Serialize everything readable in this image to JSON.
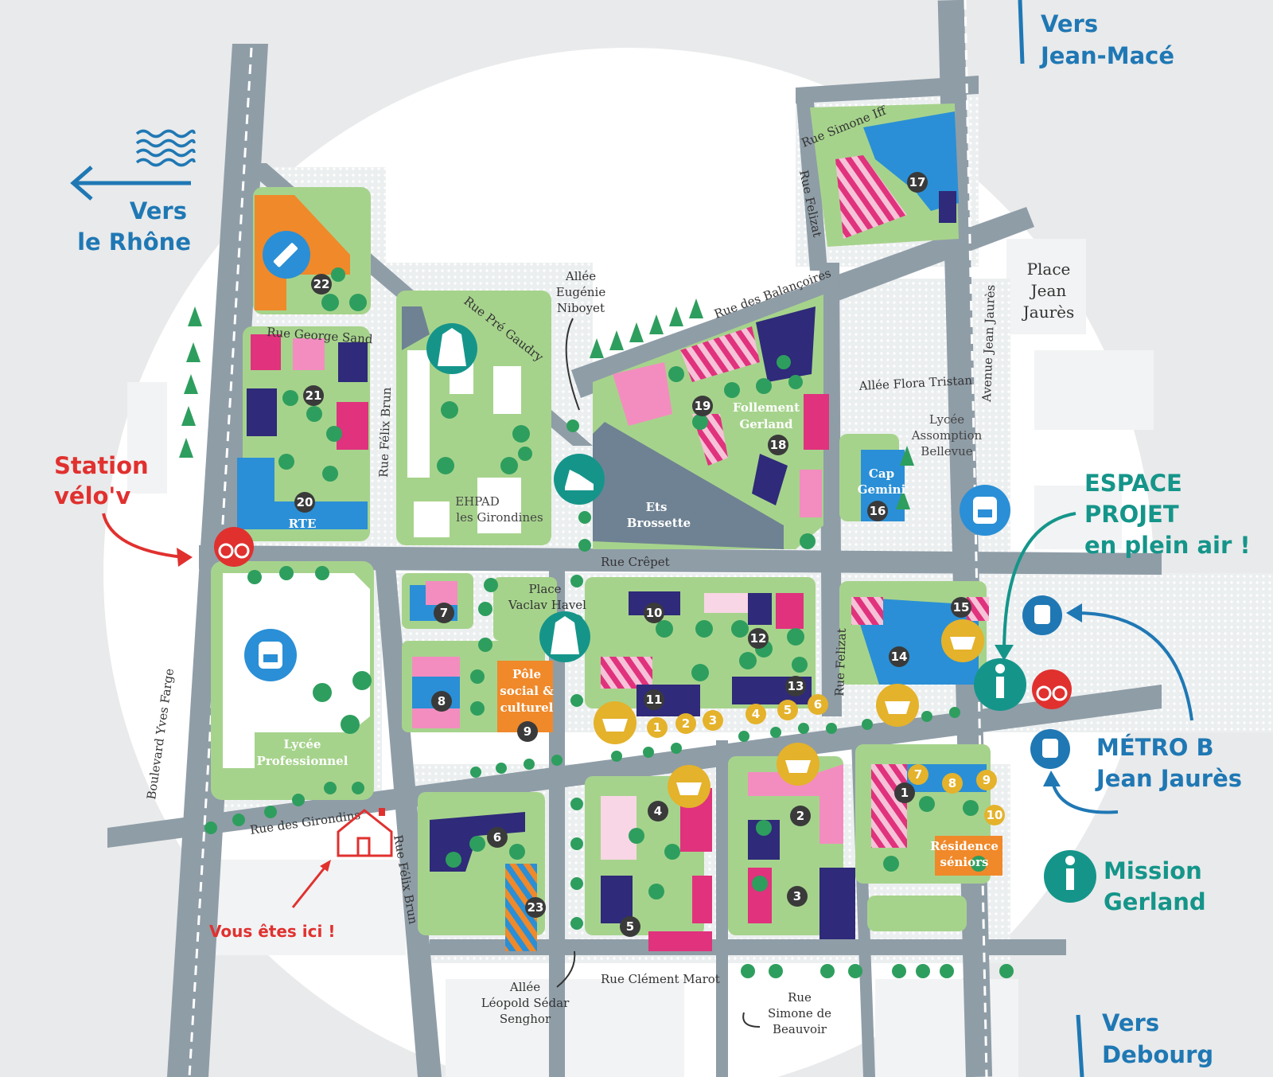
{
  "streets": {
    "yves_farge": "Boulevard Yves Farge",
    "george_sand": "Rue George Sand",
    "felix_brun_top": "Rue Félix Brun",
    "felix_brun_bottom": "Rue Félix Brun",
    "pre_gaudry": "Rue Pré Gaudry",
    "balancoires": "Rue des Balançoires",
    "simone_iff": "Rue Simone Iff",
    "felizat_top": "Rue Felizat",
    "felizat_mid": "Rue Felizat",
    "flora_tristan": "Allée Flora Tristan",
    "jean_jaures": "Avenue Jean Jaurès",
    "crepet": "Rue Crêpet",
    "girondins": "Rue des Girondins",
    "clement_marot": "Rue Clément Marot",
    "niboyet": [
      "Allée",
      "Eugénie",
      "Niboyet"
    ],
    "senghor": [
      "Allée",
      "Léopold Sédar",
      "Senghor"
    ],
    "beauvoir": [
      "Rue",
      "Simone de",
      "Beauvoir"
    ],
    "place_havel": [
      "Place",
      "Vaclav Havel"
    ],
    "place_jaures": [
      "Place",
      "Jean",
      "Jaurès"
    ]
  },
  "buildings": {
    "ehpad": [
      "EHPAD",
      "les Girondines"
    ],
    "brossette": [
      "Ets",
      "Brossette"
    ],
    "follement": [
      "Follement",
      "Gerland"
    ],
    "lycee_assomption": [
      "Lycée",
      "Assomption",
      "Bellevue"
    ],
    "cap_gemini": [
      "Cap",
      "Gemini"
    ],
    "rte": "RTE",
    "lycee_pro": [
      "Lycée",
      "Professionnel"
    ],
    "pole_social": [
      "Pôle",
      "social &",
      "culturel"
    ],
    "residence": [
      "Résidence",
      "séniors"
    ]
  },
  "directions": {
    "rhone": [
      "Vers",
      "le Rhône"
    ],
    "jean_mace": [
      "Vers",
      "Jean-Macé"
    ],
    "debourg": [
      "Vers",
      "Debourg"
    ]
  },
  "callouts": {
    "velov": [
      "Station",
      "vélo'v"
    ],
    "espace": [
      "ESPACE",
      "PROJET",
      "en plein air !"
    ],
    "metro": [
      "MÉTRO B",
      "Jean Jaurès"
    ],
    "mission": [
      "Mission",
      "Gerland"
    ],
    "here": "Vous êtes ici !"
  },
  "block_numbers": [
    "22",
    "21",
    "20",
    "17",
    "19",
    "18",
    "16",
    "7",
    "8",
    "9",
    "10",
    "12",
    "11",
    "13",
    "14",
    "15",
    "6",
    "23",
    "4",
    "5",
    "2",
    "3",
    "1"
  ],
  "market_numbers": [
    "1",
    "2",
    "3",
    "4",
    "5",
    "6",
    "7",
    "8",
    "9",
    "10"
  ],
  "colors": {
    "road": "#8f9da7",
    "green": "#a6d38c",
    "tree": "#2e9e5e",
    "pink": "#e0327d",
    "navy": "#2f2a79",
    "blue": "#2a8fd6",
    "orange": "#f0892a",
    "gray_block": "#6f8293",
    "teal": "#15958a",
    "red": "#e0312f",
    "gold": "#e4b22b"
  },
  "icons": [
    "pencil-icon",
    "playground-icon",
    "backpack-icon",
    "bicycle-icon",
    "info-icon",
    "metro-icon",
    "basket-icon",
    "house-icon",
    "waves-icon",
    "shoe-icon"
  ]
}
